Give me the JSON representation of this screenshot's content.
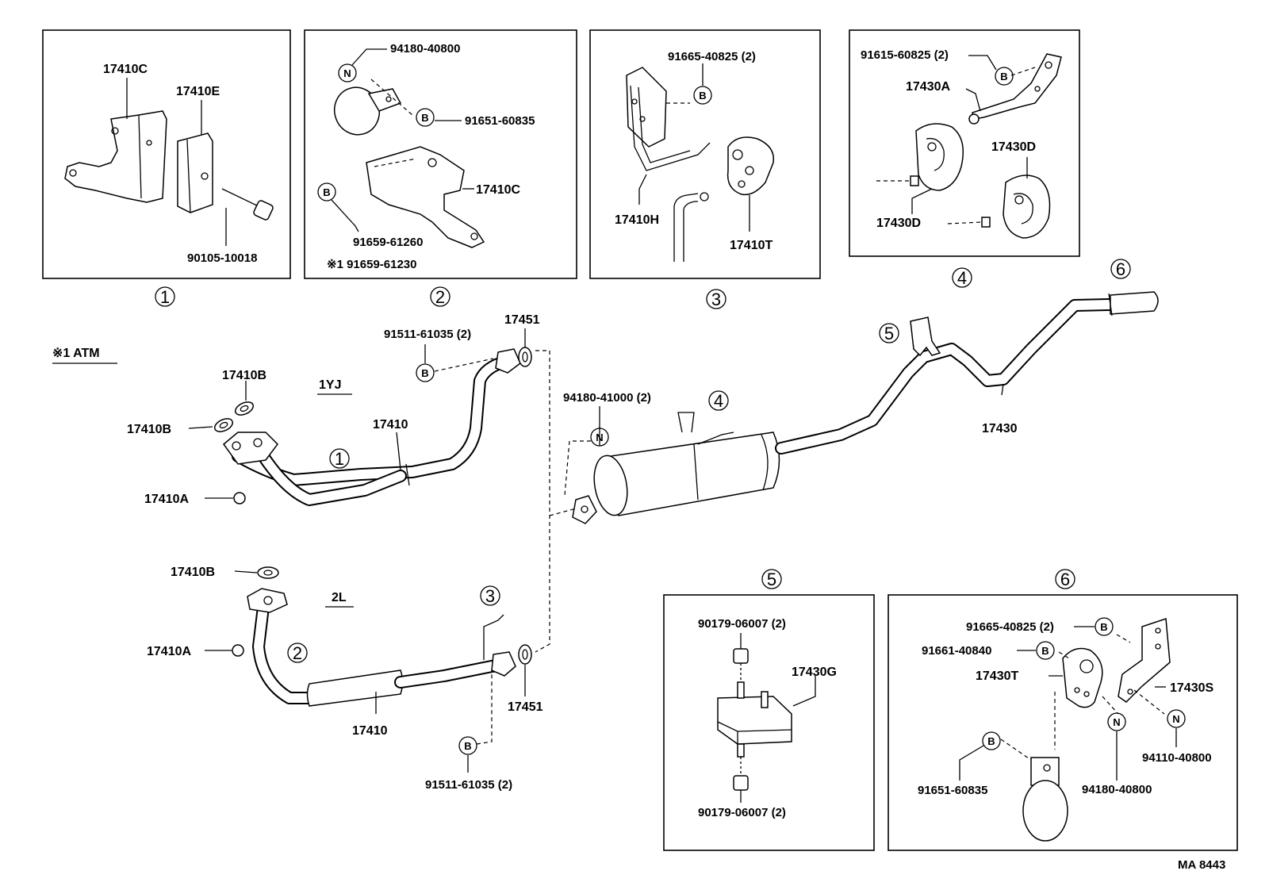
{
  "drawing_id": "MA 8443",
  "note_atm": "※1 ATM",
  "engine_1yj": "1YJ",
  "engine_2l": "2L",
  "callouts": {
    "c1": "1",
    "c2": "2",
    "c3": "3",
    "c4": "4",
    "c5": "5",
    "c6": "6"
  },
  "symbols": {
    "bolt": "B",
    "nut": "N"
  },
  "box1": {
    "label_bracket": "17410C",
    "label_clamp": "17410E",
    "label_bolt": "90105-10018"
  },
  "box2": {
    "label_nut": "94180-40800",
    "label_bolt": "91651-60835",
    "label_bracket": "17410C",
    "label_bolt2": "91659-61260",
    "label_bolt_atm": "※1 91659-61230"
  },
  "box3": {
    "label_bolt": "91665-40825 (2)",
    "label_hanger": "17410H",
    "label_support": "17410T"
  },
  "box4": {
    "label_bolt": "91615-60825 (2)",
    "label_bracket": "17430A",
    "label_cushion_r": "17430D",
    "label_cushion_l": "17430D"
  },
  "box5": {
    "label_nut_top": "90179-06007 (2)",
    "label_mount": "17430G",
    "label_nut_bottom": "90179-06007 (2)"
  },
  "box6": {
    "label_bolt_a": "91665-40825 (2)",
    "label_bolt_b": "91661-40840",
    "label_support": "17430T",
    "label_bracket": "17430S",
    "label_nut_r": "94110-40800",
    "label_bolt_c": "91651-60835",
    "label_nut_c": "94180-40800"
  },
  "main": {
    "gasket_top": "17410B",
    "gasket_left": "17410B",
    "nut_top": "17410A",
    "pipe_top": "17410",
    "gasket_flange_top": "17451",
    "bolt_top": "91511-61035 (2)",
    "nut_muffler": "94180-41000 (2)",
    "tailpipe": "17430",
    "gasket_bottom": "17410B",
    "nut_bottom": "17410A",
    "pipe_bottom": "17410",
    "gasket_flange_bottom": "17451",
    "bolt_bottom": "91511-61035 (2)"
  }
}
